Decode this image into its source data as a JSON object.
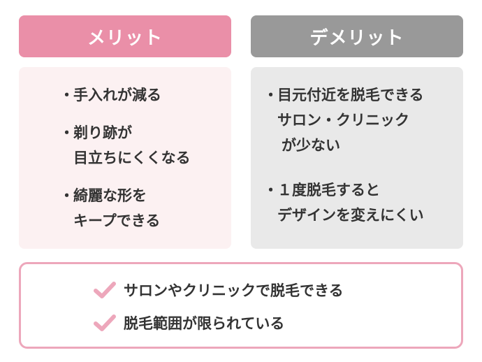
{
  "merit": {
    "header": "メリット",
    "items": [
      {
        "lines": [
          "手入れが減る"
        ]
      },
      {
        "lines": [
          "剃り跡が",
          "目立ちにくくなる"
        ]
      },
      {
        "lines": [
          "綺麗な形を",
          "キープできる"
        ]
      }
    ]
  },
  "demerit": {
    "header": "デメリット",
    "items": [
      {
        "lines": [
          "目元付近を脱毛できる",
          "サロン・クリニック",
          "が少ない"
        ]
      },
      {
        "lines": [
          "１度脱毛すると",
          "デザインを変えにくい"
        ]
      }
    ]
  },
  "summary": {
    "items": [
      {
        "icon": "checkmark-icon",
        "text": "サロンやクリニックで脱毛できる"
      },
      {
        "icon": "checkmark-icon",
        "text": "脱毛範囲が限られている"
      }
    ]
  },
  "bullet": "・",
  "colors": {
    "merit_accent": "#ea8fa8",
    "demerit_accent": "#999999",
    "merit_panel": "#fcf1f2",
    "demerit_panel": "#e9e9e9",
    "summary_border": "#eda7bb",
    "check": "#eda7bb"
  }
}
